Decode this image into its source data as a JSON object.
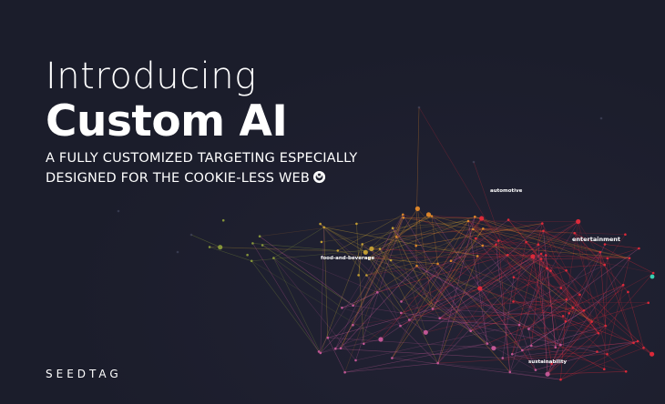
{
  "hero": {
    "intro": "Introducing",
    "title": "Custom AI",
    "subtitle_line1": "A FULLY CUSTOMIZED TARGETING ESPECIALLY",
    "subtitle_line2": "DESIGNED FOR THE COOKIE-LESS WEB",
    "subtitle_icon": "smiley-face-icon"
  },
  "brand": {
    "name": "SEEDTAG"
  },
  "network_labels": {
    "automotive": "automotive",
    "entertainment": "entertainment",
    "food_and_beverage": "food-and-beverage",
    "sustainability": "sustainability"
  },
  "colors": {
    "background": "#1b1d2b",
    "text": "#ffffff",
    "network_red": "#e52a3a",
    "network_orange": "#e58a2a",
    "network_yellow": "#c9a334",
    "network_olive": "#8a9a3a",
    "network_pink": "#c85a9a",
    "network_teal": "#3ad0b0"
  }
}
